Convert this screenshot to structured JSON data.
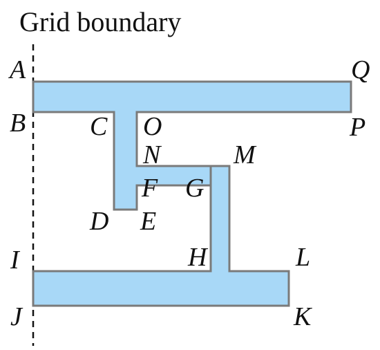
{
  "title": "Grid boundary",
  "colors": {
    "fill": "#a8d8f7",
    "stroke": "#7a7a7a",
    "boundary": "#111111",
    "text": "#111111"
  },
  "points": {
    "A": "A",
    "B": "B",
    "C": "C",
    "D": "D",
    "E": "E",
    "F": "F",
    "G": "G",
    "H": "H",
    "I": "I",
    "J": "J",
    "K": "K",
    "L": "L",
    "M": "M",
    "N": "N",
    "O": "O",
    "P": "P",
    "Q": "Q"
  }
}
